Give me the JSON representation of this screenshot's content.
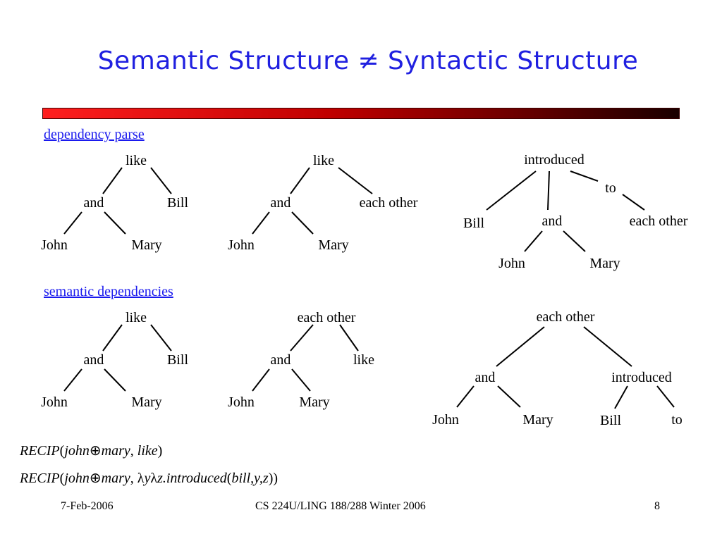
{
  "slide": {
    "title": "Semantic Structure ≠ Syntactic Structure",
    "section1": "dependency parse",
    "section2": "semantic dependencies"
  },
  "trees": [
    {
      "id": "t1",
      "nodes": [
        [
          "like"
        ],
        [
          "and"
        ],
        [
          "Bill"
        ],
        [
          "John"
        ],
        [
          "Mary"
        ]
      ],
      "edges": [
        [
          0,
          1
        ],
        [
          0,
          2
        ],
        [
          1,
          3
        ],
        [
          1,
          4
        ]
      ]
    },
    {
      "id": "t2",
      "nodes": [
        [
          "like"
        ],
        [
          "and"
        ],
        [
          "each other"
        ],
        [
          "John"
        ],
        [
          "Mary"
        ]
      ],
      "edges": [
        [
          0,
          1
        ],
        [
          0,
          2
        ],
        [
          1,
          3
        ],
        [
          1,
          4
        ]
      ]
    },
    {
      "id": "t3",
      "nodes": [
        [
          "introduced"
        ],
        [
          "to"
        ],
        [
          "Bill"
        ],
        [
          "and"
        ],
        [
          "each other"
        ],
        [
          "John"
        ],
        [
          "Mary"
        ]
      ],
      "edges": [
        [
          0,
          1
        ],
        [
          0,
          2
        ],
        [
          0,
          3
        ],
        [
          1,
          4
        ],
        [
          3,
          5
        ],
        [
          3,
          6
        ]
      ]
    },
    {
      "id": "t4",
      "nodes": [
        [
          "like"
        ],
        [
          "and"
        ],
        [
          "Bill"
        ],
        [
          "John"
        ],
        [
          "Mary"
        ]
      ],
      "edges": [
        [
          0,
          1
        ],
        [
          0,
          2
        ],
        [
          1,
          3
        ],
        [
          1,
          4
        ]
      ]
    },
    {
      "id": "t5",
      "nodes": [
        [
          "each other"
        ],
        [
          "and"
        ],
        [
          "like"
        ],
        [
          "John"
        ],
        [
          "Mary"
        ]
      ],
      "edges": [
        [
          0,
          1
        ],
        [
          0,
          2
        ],
        [
          1,
          3
        ],
        [
          1,
          4
        ]
      ]
    },
    {
      "id": "t6",
      "nodes": [
        [
          "each other"
        ],
        [
          "and"
        ],
        [
          "introduced"
        ],
        [
          "John"
        ],
        [
          "Mary"
        ],
        [
          "Bill"
        ],
        [
          "to"
        ]
      ],
      "edges": [
        [
          0,
          1
        ],
        [
          0,
          2
        ],
        [
          1,
          3
        ],
        [
          1,
          4
        ],
        [
          2,
          5
        ],
        [
          2,
          6
        ]
      ]
    }
  ],
  "formulas": {
    "f1": {
      "recip": "RECIP",
      "john": "john",
      "oplus": "⊕",
      "mary": "mary",
      "comma": ", ",
      "like": "like",
      "close": ")"
    },
    "f2": {
      "recip": "RECIP",
      "john": "john",
      "oplus": "⊕",
      "mary": "mary",
      "comma": ", ",
      "lam1": "λ",
      "y": "y",
      "lam2": "λ",
      "z": "z",
      "dot": ".",
      "introduced": "introduced",
      "args": "bill,y,z",
      "close": "))"
    }
  },
  "footer": {
    "date": "7-Feb-2006",
    "course": "CS 224U/LING 188/288 Winter 2006",
    "page": "8"
  }
}
